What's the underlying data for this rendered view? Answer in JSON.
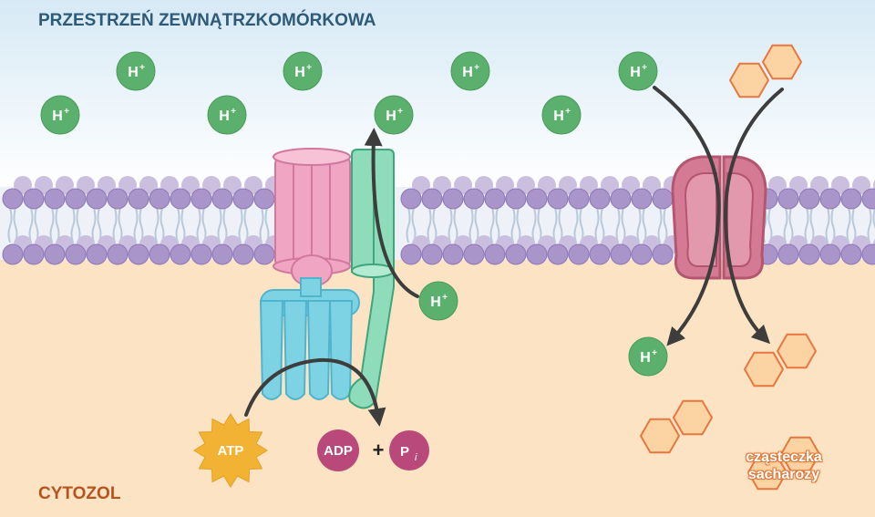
{
  "labels": {
    "extracellular": "PRZESTRZEŃ ZEWNĄTRZKOMÓRKOWA",
    "cytosol": "CYTOZOL",
    "sucrose": "cząsteczka sacharozy"
  },
  "ion": {
    "symbol": "H",
    "charge": "+"
  },
  "molecules": {
    "atp": "ATP",
    "adp": "ADP",
    "plus": "+",
    "pi_letter": "P",
    "pi_sub": "i"
  },
  "colors": {
    "extracellular_bg": "#ffffff",
    "extracellular_tint": "#d6e9f5",
    "cytosol_bg": "#fbe3c4",
    "label_text": "#2d5a78",
    "cytosol_label": "#b5541e",
    "lipid_head": "#a995c9",
    "lipid_head_dark": "#8e78b6",
    "lipid_tail": "#b9c9d9",
    "proton": "#5cb06d",
    "atp": "#f2b233",
    "adp": "#b8497a",
    "pump_pink": "#f0a6c2",
    "pump_blue": "#7dd3e4",
    "pump_green": "#8fdcba",
    "symporter": "#d47a95",
    "sucrose_fill": "#fcd3a2",
    "sucrose_stroke": "#e8773f",
    "arrow": "#3d3d3d"
  }
}
